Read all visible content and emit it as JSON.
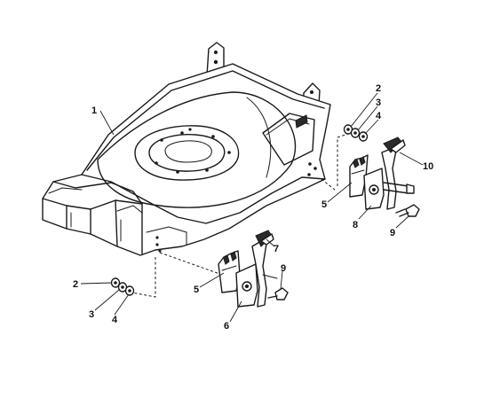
{
  "callouts": {
    "c1": "1",
    "c2a": "2",
    "c3a": "3",
    "c4a": "4",
    "c10": "10",
    "c5a": "5",
    "c8": "8",
    "c9a": "9",
    "c7": "7",
    "c5b": "5",
    "c9b": "9",
    "c6": "6",
    "c2b": "2",
    "c3b": "3",
    "c4b": "4"
  }
}
